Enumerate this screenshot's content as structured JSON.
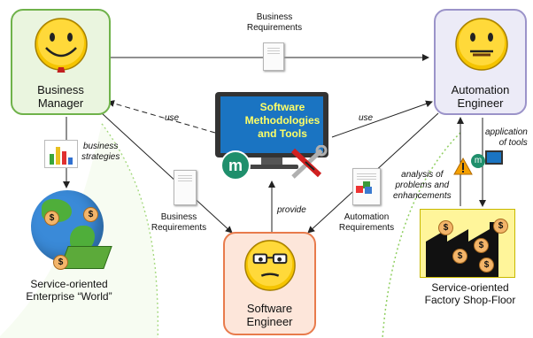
{
  "actors": {
    "business_manager": "Business\nManager",
    "automation_engineer": "Automation\nEngineer",
    "software_engineer": "Software\nEngineer"
  },
  "center": {
    "monitor_label": "Software\nMethodologies\nand Tools"
  },
  "worlds": {
    "enterprise": "Service-oriented\nEnterprise “World”",
    "factory": "Service-oriented\nFactory Shop-Floor"
  },
  "edges": {
    "top_business_requirements": "Business\nRequirements",
    "left_business_requirements": "Business\nRequirements",
    "automation_requirements": "Automation\nRequirements",
    "use_left": "use",
    "use_right": "use",
    "provide": "provide",
    "business_strategies": "business\nstrategies",
    "application_of_tools": "application\nof tools",
    "analysis": "analysis of\nproblems and\nenhancements"
  },
  "coin_symbol": "$",
  "colors": {
    "business_border": "#6fb24a",
    "business_fill": "#eaf5df",
    "automation_border": "#9b93c9",
    "automation_fill": "#ecebf7",
    "software_border": "#e87b4c",
    "software_fill": "#fde6da",
    "factory_fill": "#fff59a",
    "screen": "#1a74c2",
    "screen_text": "#ffff66"
  }
}
